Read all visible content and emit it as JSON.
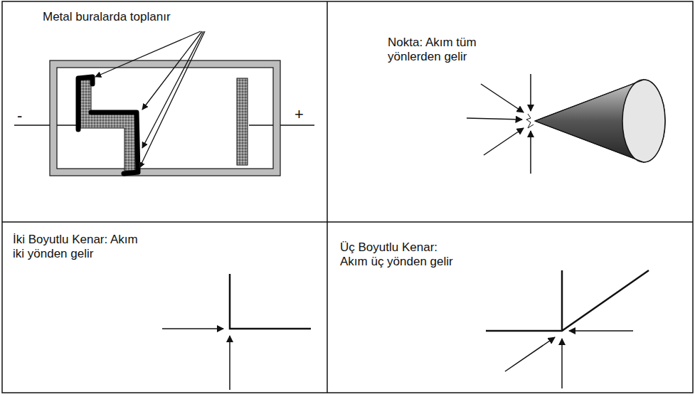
{
  "diagram": {
    "labels": [
      "Metal buralarda toplanır",
      "-",
      "+",
      "Nokta: Akım tüm yönlerden gelir",
      "İki Boyutlu Kenar: Akım iki yönden gelir",
      "Üç Boyutlu Kenar: Akım üç yönden gelir"
    ]
  }
}
